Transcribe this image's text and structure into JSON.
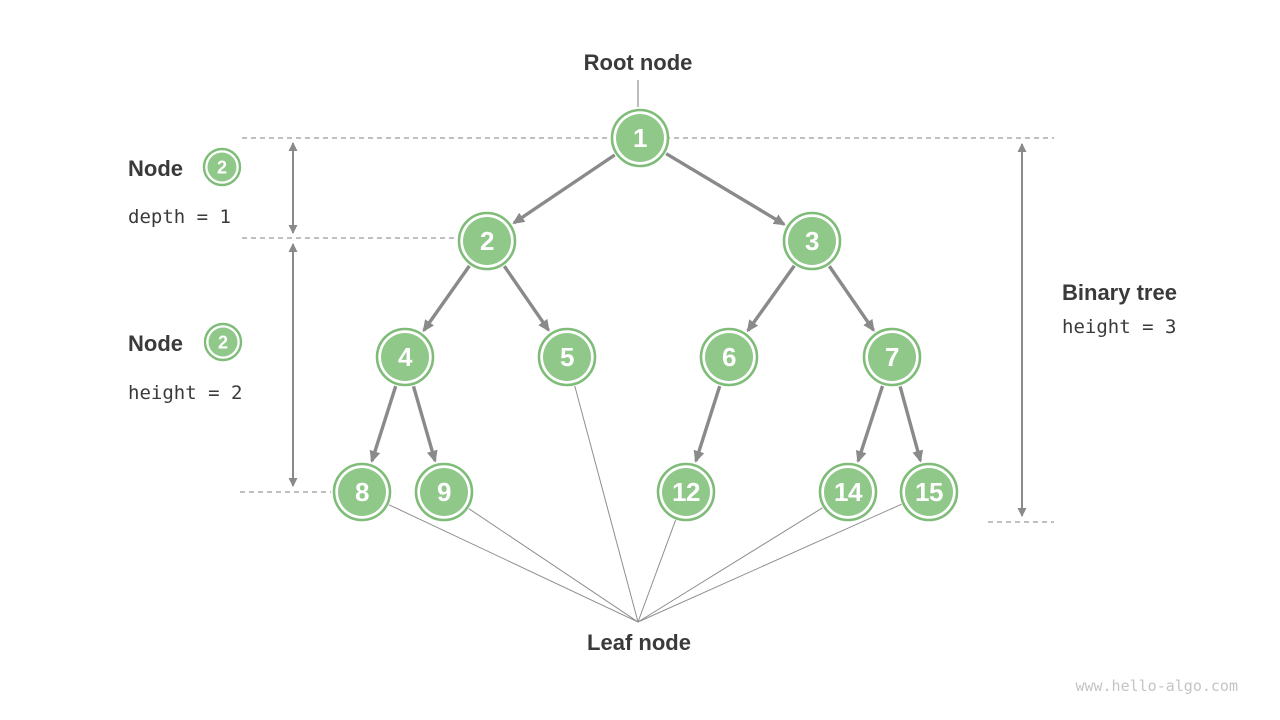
{
  "diagram": {
    "root_label": "Root node",
    "leaf_label": "Leaf node"
  },
  "annotations": {
    "node_depth": {
      "label": "Node",
      "badge": "2",
      "detail": "depth = 1"
    },
    "node_height": {
      "label": "Node",
      "badge": "2",
      "detail": "height = 2"
    },
    "binary_tree": {
      "label": "Binary tree",
      "detail": "height = 3"
    }
  },
  "tree": {
    "nodes": [
      "1",
      "2",
      "3",
      "4",
      "5",
      "6",
      "7",
      "8",
      "9",
      "12",
      "14",
      "15"
    ],
    "edges": [
      [
        "1",
        "2"
      ],
      [
        "1",
        "3"
      ],
      [
        "2",
        "4"
      ],
      [
        "2",
        "5"
      ],
      [
        "3",
        "6"
      ],
      [
        "3",
        "7"
      ],
      [
        "4",
        "8"
      ],
      [
        "4",
        "9"
      ],
      [
        "6",
        "12"
      ],
      [
        "7",
        "14"
      ],
      [
        "7",
        "15"
      ]
    ],
    "leaves": [
      "5",
      "8",
      "9",
      "12",
      "14",
      "15"
    ]
  },
  "watermark": "www.hello-algo.com",
  "colors": {
    "node_fill": "#90C88A",
    "node_stroke": "#7EBC78",
    "arrow_gray": "#8A8A8A",
    "dash_gray": "#9A9A9A",
    "text_dark": "#3A3A3A",
    "watermark_gray": "#C4C4C4"
  }
}
